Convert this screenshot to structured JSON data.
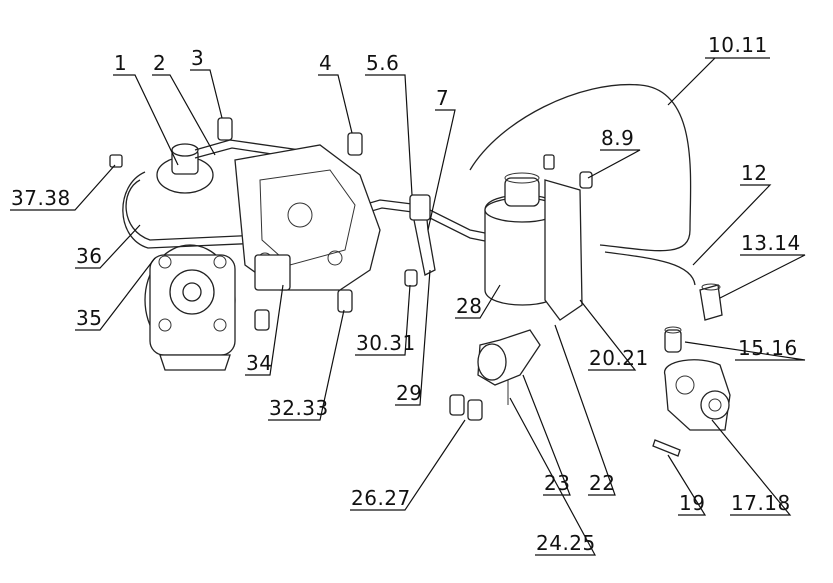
{
  "callouts": [
    {
      "id": "c1",
      "label": "1"
    },
    {
      "id": "c2",
      "label": "2"
    },
    {
      "id": "c3",
      "label": "3"
    },
    {
      "id": "c4",
      "label": "4"
    },
    {
      "id": "c5",
      "label": "5.6"
    },
    {
      "id": "c7",
      "label": "7"
    },
    {
      "id": "c10",
      "label": "10.11"
    },
    {
      "id": "c8",
      "label": "8.9"
    },
    {
      "id": "c12",
      "label": "12"
    },
    {
      "id": "c13",
      "label": "13.14"
    },
    {
      "id": "c37",
      "label": "37.38"
    },
    {
      "id": "c36",
      "label": "36"
    },
    {
      "id": "c35",
      "label": "35"
    },
    {
      "id": "c34",
      "label": "34"
    },
    {
      "id": "c32",
      "label": "32.33"
    },
    {
      "id": "c30",
      "label": "30.31"
    },
    {
      "id": "c29",
      "label": "29"
    },
    {
      "id": "c28",
      "label": "28"
    },
    {
      "id": "c20",
      "label": "20.21"
    },
    {
      "id": "c15",
      "label": "15.16"
    },
    {
      "id": "c22",
      "label": "22"
    },
    {
      "id": "c23",
      "label": "23"
    },
    {
      "id": "c26",
      "label": "26.27"
    },
    {
      "id": "c24",
      "label": "24.25"
    },
    {
      "id": "c19",
      "label": "19"
    },
    {
      "id": "c17",
      "label": "17.18"
    }
  ]
}
